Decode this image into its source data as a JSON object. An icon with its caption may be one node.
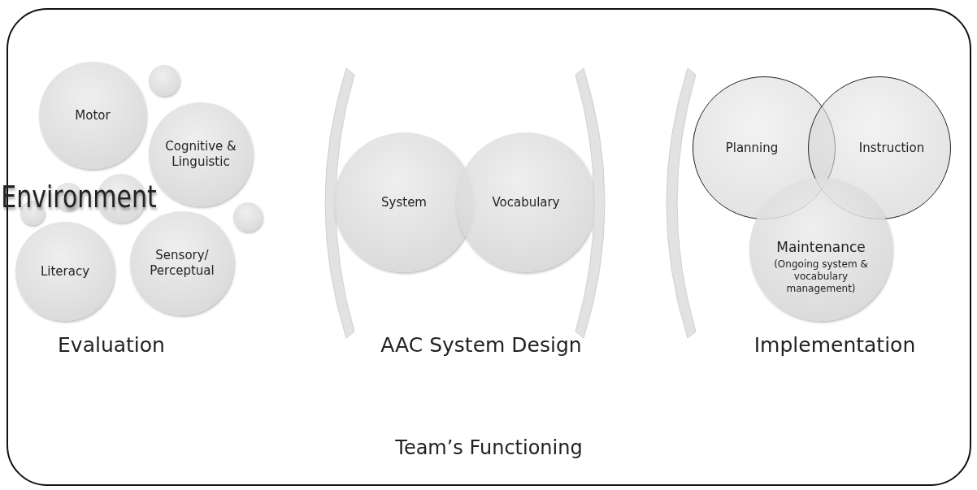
{
  "diagram": {
    "nodes": [
      {
        "text": [
          "Team’s Functioning"
        ]
      },
      {
        "text": [],
        "shape": "circle",
        "in": 0
      },
      {
        "text": [
          "Motor"
        ],
        "in": 0
      },
      {
        "text": [
          "Cognitive & Linguistic"
        ],
        "in": 0
      },
      {
        "text": [],
        "shape": "circle",
        "in": 0
      },
      {
        "text": [],
        "shape": "circle",
        "in": 0
      },
      {
        "text": [],
        "shape": "circle",
        "in": 0
      },
      {
        "text": [],
        "shape": "circle",
        "in": 0
      },
      {
        "text": [
          "Literacy"
        ],
        "in": 0
      },
      {
        "text": [
          "Sensory/ Perceptual"
        ],
        "in": 0
      },
      {
        "text": [],
        "shape": "bracket",
        "in": 0
      },
      {
        "text": [
          "System"
        ],
        "in": 0
      },
      {
        "text": [
          "Vocabulary"
        ],
        "in": 0
      },
      {
        "text": [],
        "shape": "bracket",
        "in": 0
      },
      {
        "text": [],
        "shape": "bracket",
        "in": 0
      },
      {
        "text": [
          "Planning"
        ],
        "in": 0
      },
      {
        "text": [
          "Instruction"
        ],
        "in": 0
      },
      {
        "text": [
          "Maintenance",
          "(Ongoing system & vocabulary management)"
        ],
        "in": 0
      }
    ],
    "labels": [
      "Environment",
      "Evaluation",
      "AAC System Design",
      "Implementation"
    ]
  }
}
